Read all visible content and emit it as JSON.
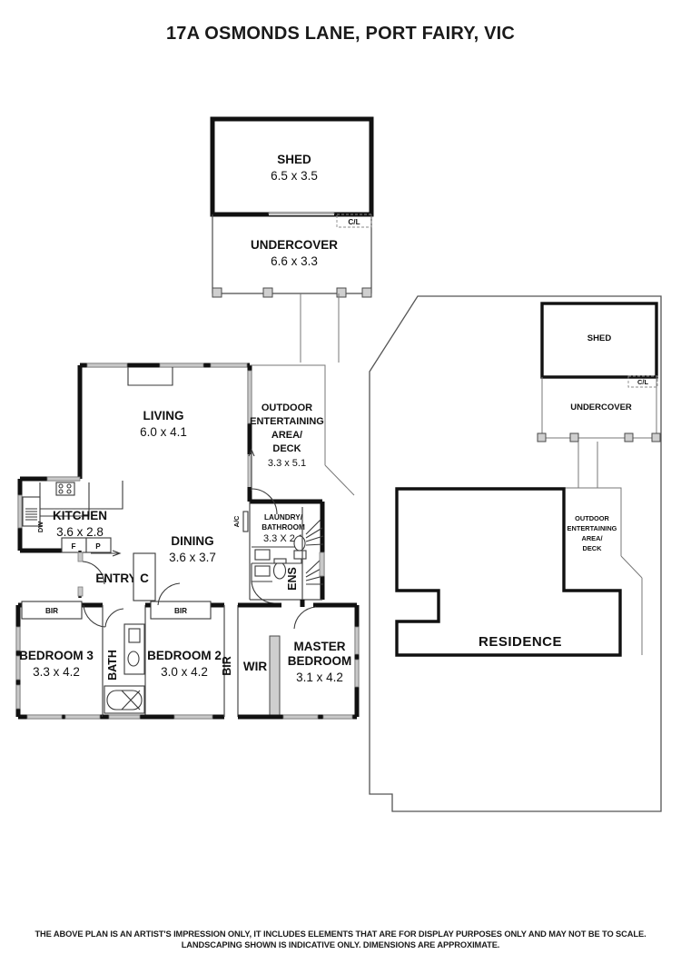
{
  "header": {
    "title": "17A OSMONDS LANE, PORT FAIRY, VIC"
  },
  "footer": {
    "line1": "THE ABOVE PLAN IS AN ARTIST'S IMPRESSION ONLY, IT INCLUDES ELEMENTS THAT ARE FOR DISPLAY PURPOSES ONLY AND MAY NOT BE TO SCALE.",
    "line2": "LANDSCAPING SHOWN IS INDICATIVE ONLY. DIMENSIONS ARE APPROXIMATE."
  },
  "floorplan": {
    "rooms": [
      {
        "key": "shed",
        "name": "SHED",
        "dim": "6.5 x 3.5"
      },
      {
        "key": "undercover",
        "name": "UNDERCOVER",
        "dim": "6.6 x 3.3"
      },
      {
        "key": "living",
        "name": "LIVING",
        "dim": "6.0 x 4.1"
      },
      {
        "key": "kitchen",
        "name": "KITCHEN",
        "dim": "3.6 x 2.8"
      },
      {
        "key": "dining",
        "name": "DINING",
        "dim": "3.6 x 3.7"
      },
      {
        "key": "bedroom3",
        "name": "BEDROOM 3",
        "dim": "3.3 x 4.2"
      },
      {
        "key": "bedroom2",
        "name": "BEDROOM 2",
        "dim": "3.0 x 4.2"
      },
      {
        "key": "master",
        "name1": "MASTER",
        "name2": "BEDROOM",
        "dim": "3.1 x 4.2"
      }
    ],
    "outdoor": {
      "l1": "OUTDOOR",
      "l2": "ENTERTAINING",
      "l3": "AREA/",
      "l4": "DECK",
      "dim": "3.3 x 5.1"
    },
    "laundry": {
      "l1": "LAUNDRY/",
      "l2": "BATHROOM",
      "dim": "3.3 X 2.1"
    },
    "labels": {
      "cl": "C/L",
      "entry": "ENTRY",
      "cupboard": "C",
      "bath": "BATH",
      "ens": "ENS",
      "wir": "WIR",
      "bir1": "BIR",
      "bir2": "BIR",
      "bir3": "BIR",
      "fridge": "F",
      "pantry": "P",
      "dishwasher": "DW",
      "aircon": "A/C"
    }
  },
  "siteplan": {
    "residence": "RESIDENCE",
    "shed": "SHED",
    "undercover": "UNDERCOVER",
    "cl": "C/L",
    "outdoor": {
      "l1": "OUTDOOR",
      "l2": "ENTERTAINING",
      "l3": "AREA/",
      "l4": "DECK"
    }
  },
  "colors": {
    "ink": "#111111",
    "wall": "#111111",
    "window": "#c9c9c9",
    "site": "#555555",
    "background": "#ffffff"
  }
}
